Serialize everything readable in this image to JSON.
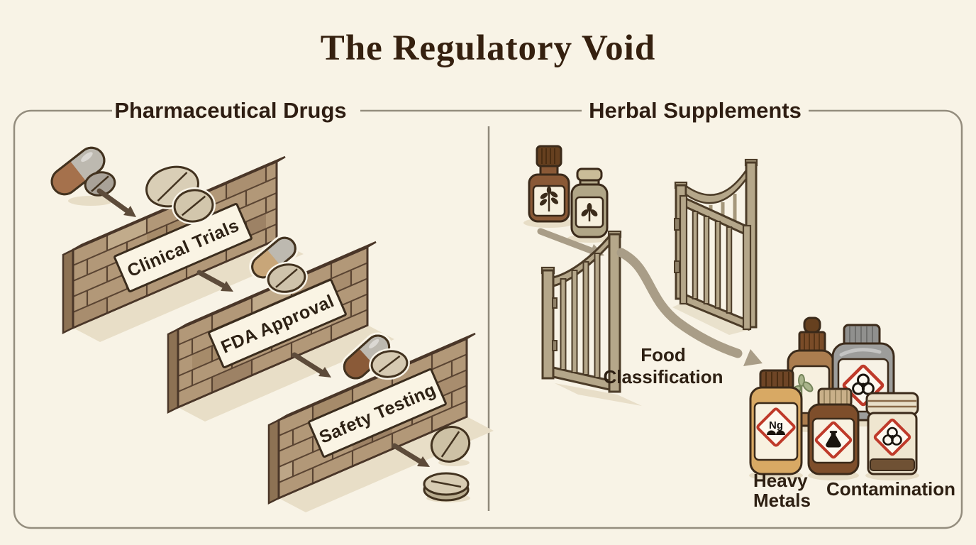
{
  "title": "The Regulatory Void",
  "left_panel": {
    "header": "Pharmaceutical Drugs",
    "walls": [
      {
        "label": "Clinical Trials"
      },
      {
        "label": "FDA Approval"
      },
      {
        "label": "Safety Testing"
      }
    ]
  },
  "right_panel": {
    "header": "Herbal Supplements",
    "pathway_label": {
      "line1": "Food",
      "line2": "Classification"
    },
    "heavy_metals_symbol": "Ng",
    "hazard_labels": {
      "heavy_metals": {
        "line1": "Heavy",
        "line2": "Metals"
      },
      "contamination": "Contamination"
    }
  },
  "colors": {
    "background": "#f8f3e6",
    "title_text": "#35200f",
    "header_text": "#2e1d12",
    "frame_border": "#948d7e",
    "divider": "#8f897b",
    "brick": "#b29878",
    "brick_outline": "#4a3628",
    "sign_fill": "#faf4e4",
    "arrow_dark": "#5d4b3a",
    "arrow_light": "#a99d87",
    "gate": "#b5a78a",
    "hazard_red": "#bf3a2a",
    "herb_leaf_dark": "#3b2b1a",
    "herb_leaf_green": "#a9b48b"
  }
}
